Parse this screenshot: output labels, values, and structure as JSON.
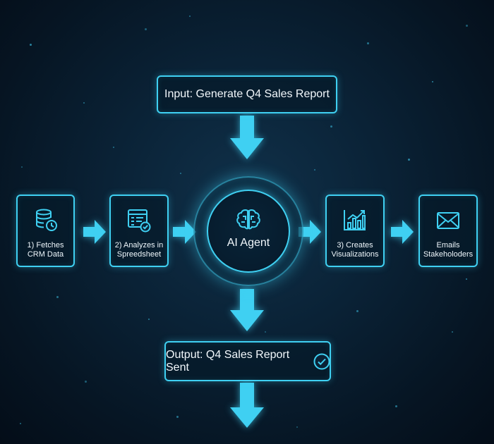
{
  "input": {
    "label": "Input: Generate Q4 Sales Report"
  },
  "center": {
    "label": "AI Agent",
    "icon": "brain-icon"
  },
  "steps": [
    {
      "label": "1) Fetches\nCRM Data",
      "icon": "database-clock-icon"
    },
    {
      "label": "2) Analyzes in\nSpreedsheet",
      "icon": "spreadsheet-check-icon"
    },
    {
      "label": "3) Creates\nVisualizations",
      "icon": "bar-chart-icon"
    },
    {
      "label": "Emails\nStakeholoders",
      "icon": "envelope-icon"
    }
  ],
  "output": {
    "label": "Output: Q4 Sales Report Sent",
    "icon": "check-circle-icon"
  },
  "colors": {
    "accent": "#3fd0f2",
    "background": "#0a2236",
    "text": "#eef6fb"
  }
}
